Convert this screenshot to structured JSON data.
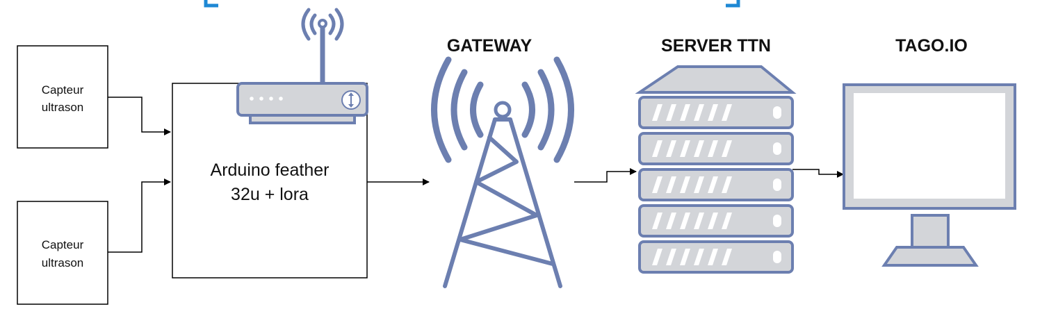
{
  "nodes": {
    "sensor_1": {
      "line1": "Capteur",
      "line2": "ultrason"
    },
    "sensor_2": {
      "line1": "Capteur",
      "line2": "ultrason"
    },
    "arduino": {
      "line1": "Arduino feather",
      "line2": "32u + lora"
    },
    "gateway": {
      "title": "GATEWAY"
    },
    "server": {
      "title": "SERVER TTN"
    },
    "tago": {
      "title": "TAGO.IO"
    }
  },
  "icons": [
    "lora-radio-module-icon",
    "radio-tower-icon",
    "server-rack-icon",
    "monitor-icon"
  ],
  "colors": {
    "icon_stroke": "#6C7FB0",
    "icon_fill": "#D3D5D9",
    "accent_blue": "#1E88D4",
    "line": "#000000"
  }
}
